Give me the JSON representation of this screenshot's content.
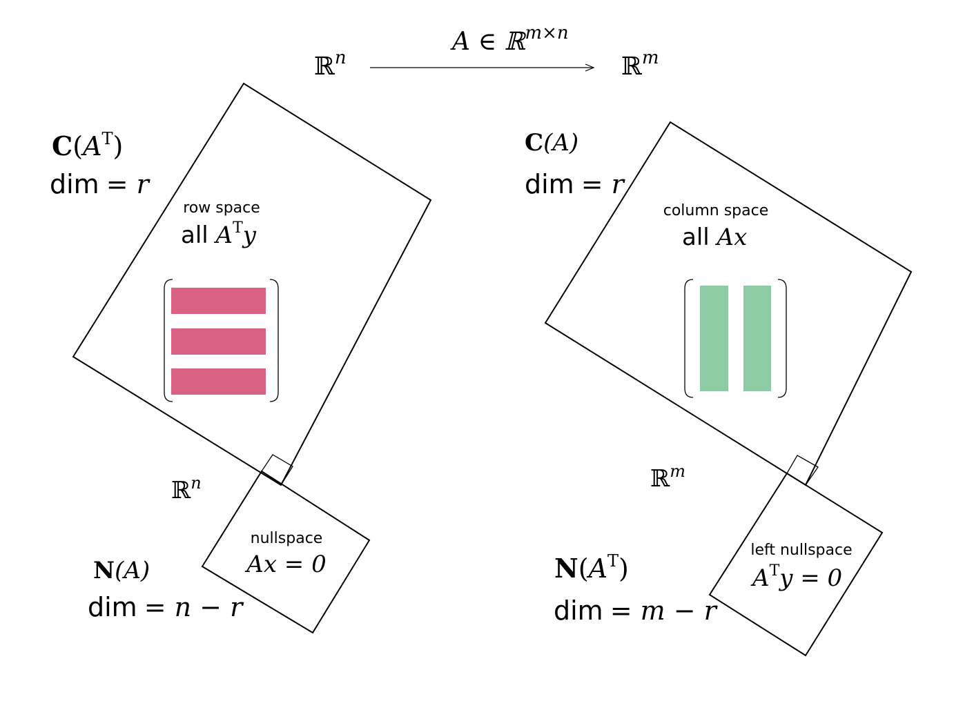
{
  "header": {
    "map_label": "A ∈ ℝ",
    "map_sup": "m×n",
    "domain": "ℝ",
    "domain_sup": "n",
    "codomain": "ℝ",
    "codomain_sup": "m"
  },
  "left": {
    "row_space": {
      "name": "C",
      "arg": "A",
      "arg_sup": "T",
      "dim_label": "dim",
      "dim_value": "= r",
      "title": "row space",
      "desc": "all ",
      "desc_math": "A",
      "desc_sup": "T",
      "desc_tail": "y",
      "row_color": "#d96182"
    },
    "space_label": "ℝ",
    "space_sup": "n",
    "nullspace": {
      "name": "N",
      "arg": "(A)",
      "dim_label": "dim",
      "dim_value": "= n − r",
      "title": "nullspace",
      "equation": "Ax = 0"
    }
  },
  "right": {
    "column_space": {
      "name": "C",
      "arg": "(A)",
      "dim_label": "dim",
      "dim_value": "= r",
      "title": "column space",
      "desc": "all ",
      "desc_math": "Ax",
      "column_color": "#8ecba4"
    },
    "space_label": "ℝ",
    "space_sup": "m",
    "left_nullspace": {
      "name": "N",
      "arg": "A",
      "arg_sup": "T",
      "dim_label": "dim",
      "dim_value": "= m − r",
      "title": "left nullspace",
      "equation_a": "A",
      "equation_sup": "T",
      "equation_tail": "y = 0"
    }
  }
}
